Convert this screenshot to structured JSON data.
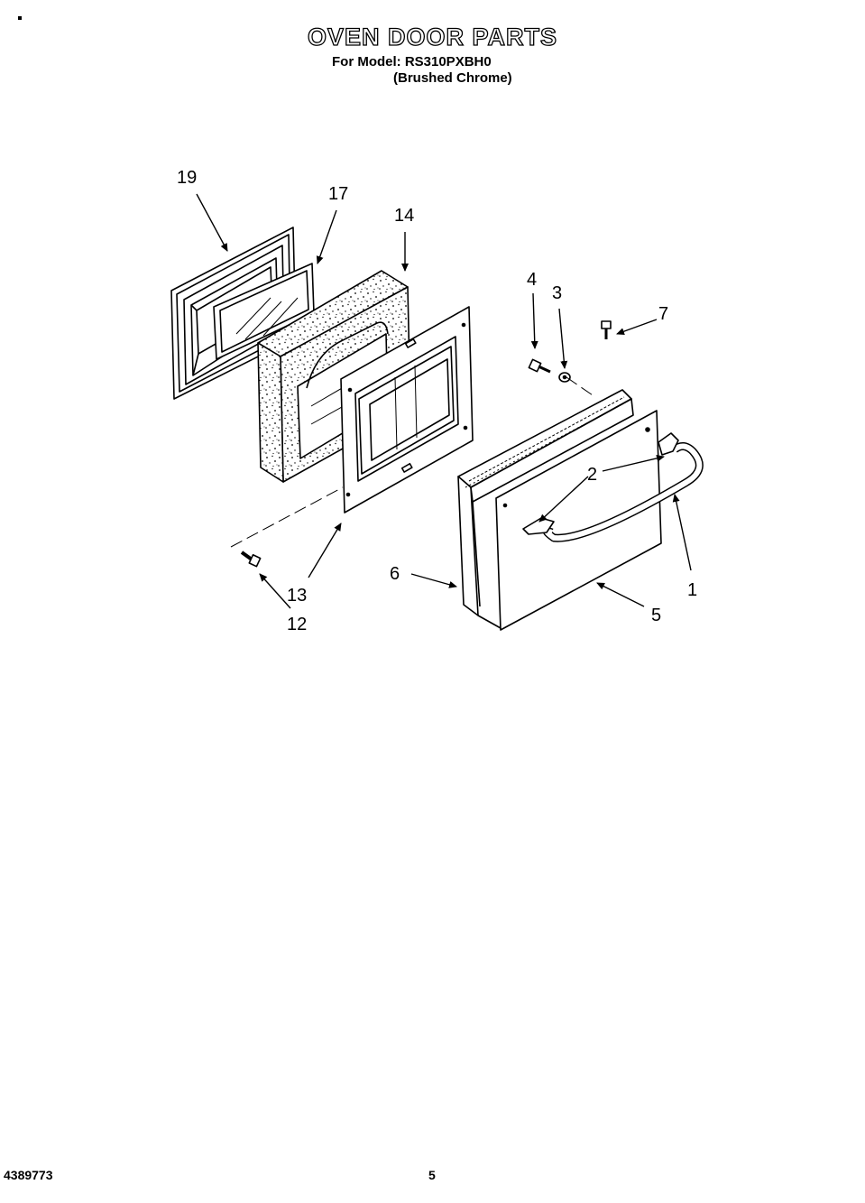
{
  "header": {
    "title": "OVEN DOOR PARTS",
    "model_line": "For Model: RS310PXBH0",
    "finish_line": "(Brushed Chrome)"
  },
  "callouts": {
    "c1": "1",
    "c2": "2",
    "c3": "3",
    "c4": "4",
    "c5": "5",
    "c6": "6",
    "c7": "7",
    "c12": "12",
    "c13": "13",
    "c14": "14",
    "c17": "17",
    "c19": "19"
  },
  "footer": {
    "doc_number": "4389773",
    "page_number": "5"
  }
}
